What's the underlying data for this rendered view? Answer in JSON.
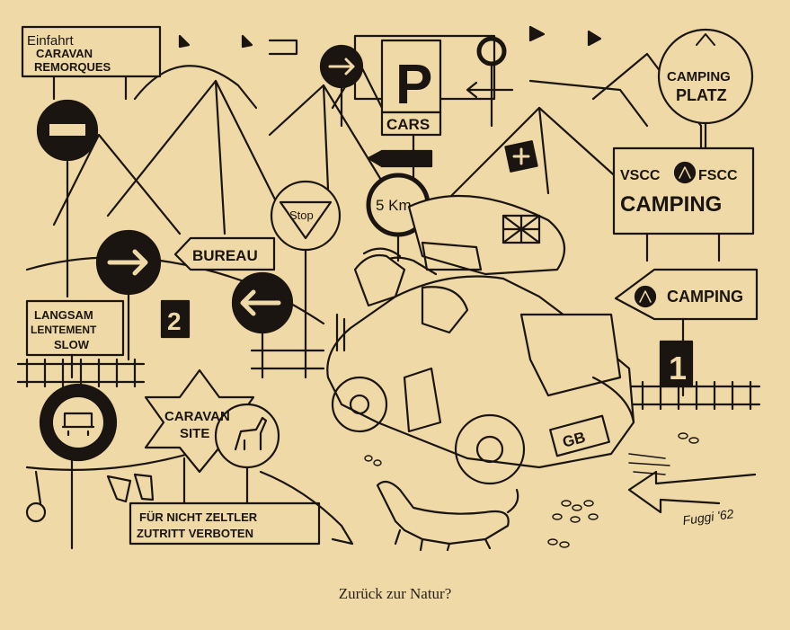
{
  "signs": {
    "einfahrt": "Einfahrt",
    "caravan": "CARAVAN",
    "remorques": "REMORQUES",
    "parking": "P",
    "cars": "CARS",
    "camping_platz_1": "CAMPING",
    "camping_platz_2": "PLATZ",
    "vscc_left": "VSCC",
    "vscc_right": "FSCC",
    "vscc_camping": "CAMPING",
    "stop": "Stop",
    "five_km": "5 Km",
    "bureau": "BUREAU",
    "number_two": "2",
    "number_one": "1",
    "camping_arrow": "CAMPING",
    "langsam": "LANGSAM",
    "lentement": "LENTEMENT",
    "slow": "SLOW",
    "caravan_site_1": "CARAVAN",
    "caravan_site_2": "SITE",
    "verboten_1": "FÜR NICHT ZELTLER",
    "verboten_2": "ZUTRITT VERBOTEN",
    "plate": "GB"
  },
  "signature": "Fuggi '62",
  "caption": "Zurück zur Natur?",
  "colors": {
    "paper": "#efd9a6",
    "ink": "#1a1510",
    "sand": "#e6cf9a"
  }
}
